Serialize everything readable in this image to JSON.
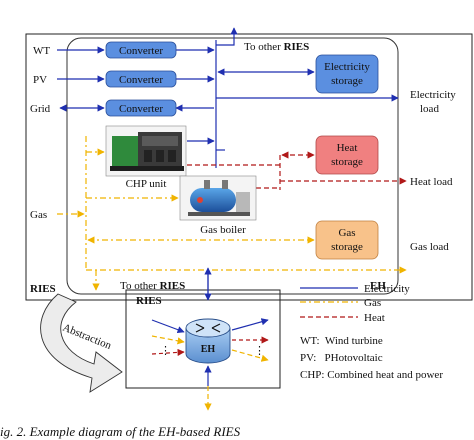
{
  "outer_labels": {
    "ries": "RIES",
    "eh": "EH"
  },
  "sources": {
    "wt": "WT",
    "pv": "PV",
    "grid": "Grid",
    "gas": "Gas"
  },
  "converters": [
    "Converter",
    "Converter",
    "Converter"
  ],
  "to_other_ries_top": {
    "prefix": "To other ",
    "bold": "RIES"
  },
  "to_other_ries_bottom": {
    "prefix": "To other ",
    "bold": "RIES"
  },
  "storages": {
    "electricity": [
      "Electricity",
      "storage"
    ],
    "heat": [
      "Heat",
      "storage"
    ],
    "gas": [
      "Gas",
      "storage"
    ]
  },
  "loads": {
    "electricity": [
      "Electricity",
      "load"
    ],
    "heat": "Heat load",
    "gas": "Gas load"
  },
  "devices": {
    "chp": "CHP unit",
    "boiler": "Gas boiler"
  },
  "abstraction": "Abstraction",
  "inset": {
    "ries": "RIES",
    "eh": "EH",
    "dots": "⋮"
  },
  "legend": [
    {
      "label": "Electricity",
      "color": "#1f2fb0",
      "dash": ""
    },
    {
      "label": "Gas",
      "color": "#f0b400",
      "dash": "6 3 2 3"
    },
    {
      "label": "Heat",
      "color": "#b01818",
      "dash": "5 3"
    }
  ],
  "abbreviations": [
    "WT:  Wind turbine",
    "PV:   PHotovoltaic",
    "CHP: Combined heat and power"
  ],
  "caption": "ig. 2. Example diagram of the EH-based RIES",
  "colors": {
    "electricity": "#1f2fb0",
    "gas": "#f0b400",
    "heat": "#b01818",
    "converter_fill": "#5b8fe0",
    "electricity_storage": "#5b8fe0",
    "heat_storage": "#f08080",
    "gas_storage": "#f8c28a"
  }
}
